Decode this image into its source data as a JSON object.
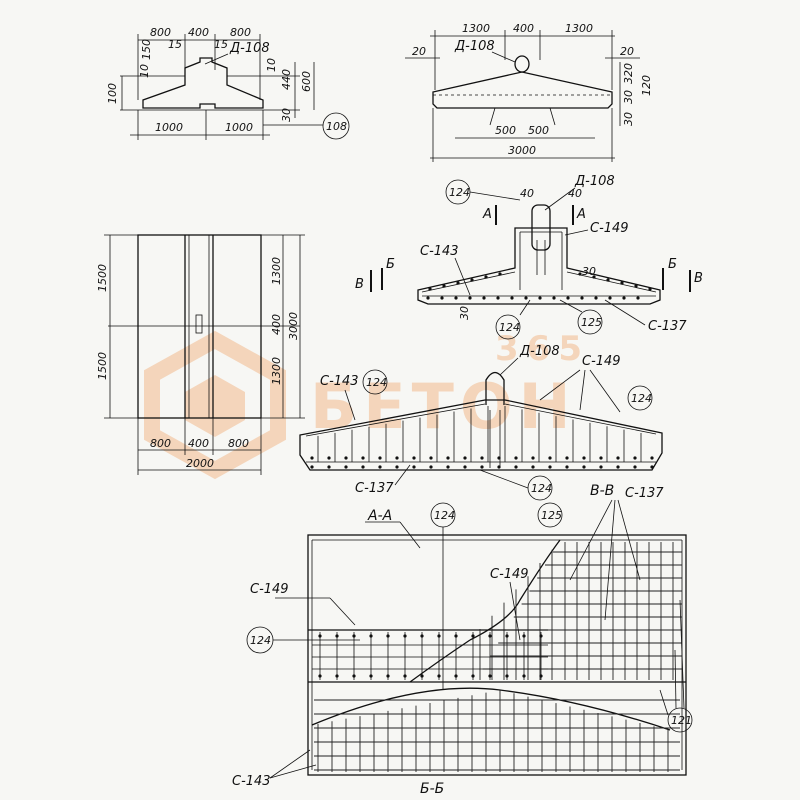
{
  "colors": {
    "ink": "#111111",
    "paper": "#f7f7f4",
    "watermark": "#f0a060"
  },
  "watermark": {
    "text": "БЕТОН",
    "number": "365"
  },
  "top_left_view": {
    "top_dims": [
      "800",
      "400",
      "800"
    ],
    "small_dims": [
      "150",
      "15",
      "15"
    ],
    "part": "Д-108",
    "left_dims": [
      "10",
      "100"
    ],
    "right_dims": [
      "10",
      "440",
      "600",
      "30"
    ],
    "bottom_dims": [
      "1000",
      "1000"
    ],
    "callout": "108"
  },
  "top_right_view": {
    "top_dims": [
      "1300",
      "400",
      "1300"
    ],
    "side_dims": [
      "20",
      "20"
    ],
    "part": "Д-108",
    "right_dims": [
      "320",
      "30",
      "120",
      "30"
    ],
    "bottom_dims": [
      "500",
      "500"
    ],
    "total": "3000"
  },
  "plan_view": {
    "left_dims": [
      "1500",
      "1500"
    ],
    "right_dims": [
      "1300",
      "400",
      "1300",
      "3000"
    ],
    "bottom_dims": [
      "800",
      "400",
      "800"
    ],
    "total": "2000"
  },
  "mid_section": {
    "callout_top": "124",
    "dims": [
      "40",
      "40"
    ],
    "part": "Д-108",
    "cuts": [
      "А",
      "А",
      "Б",
      "Б",
      "В",
      "В"
    ],
    "labels": [
      "С-149",
      "С-143",
      "С-137"
    ],
    "small_dims": [
      "30",
      "30"
    ],
    "callouts_bottom": [
      "124",
      "125"
    ]
  },
  "long_section": {
    "part": "Д-108",
    "labels": [
      "С-143",
      "С-149",
      "С-137"
    ],
    "callouts": [
      "124",
      "124",
      "124"
    ]
  },
  "bottom_view": {
    "sections": [
      "А-А",
      "В-В",
      "Б-Б"
    ],
    "callouts": [
      "124",
      "125",
      "124",
      "121"
    ],
    "labels": [
      "С-137",
      "С-149",
      "С-149",
      "С-143"
    ]
  }
}
